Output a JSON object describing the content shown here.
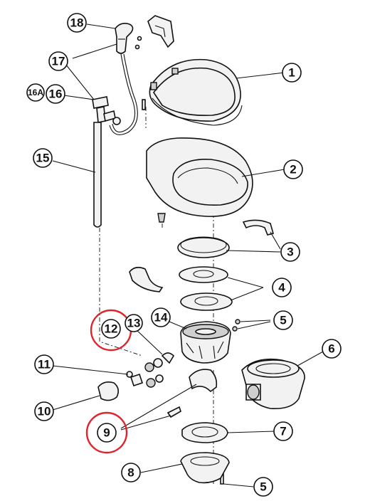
{
  "callouts": {
    "c1": "1",
    "c2": "2",
    "c3": "3",
    "c4": "4",
    "c5a": "5",
    "c5b": "5",
    "c6": "6",
    "c7": "7",
    "c8": "8",
    "c9": "9",
    "c10": "10",
    "c11": "11",
    "c12": "12",
    "c13": "13",
    "c14": "14",
    "c15": "15",
    "c16": "16",
    "c16a": "16A",
    "c17": "17",
    "c18": "18"
  },
  "highlight_color": "#e0242d"
}
